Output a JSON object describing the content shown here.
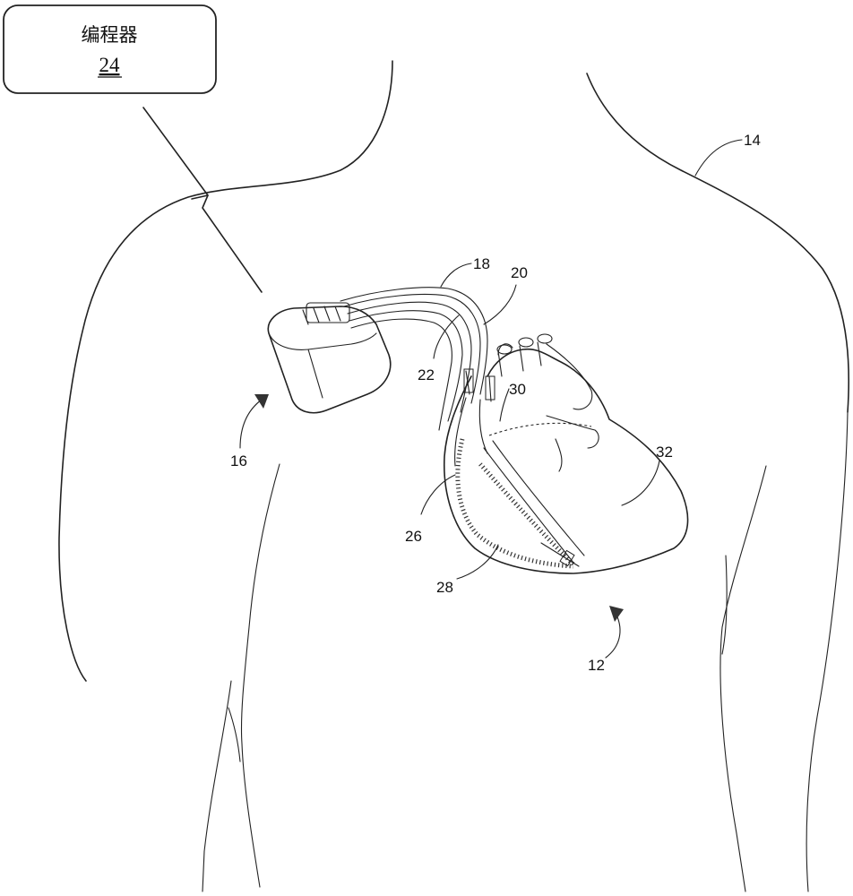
{
  "programmer_box": {
    "title": "编程器",
    "ref": "24"
  },
  "refs": {
    "body": "14",
    "lead_a": "18",
    "lead_b": "20",
    "lead_c": "22",
    "device": "16",
    "atrium": "30",
    "ventricle_left": "32",
    "septum": "26",
    "ventricle_right": "28",
    "heart": "12"
  }
}
